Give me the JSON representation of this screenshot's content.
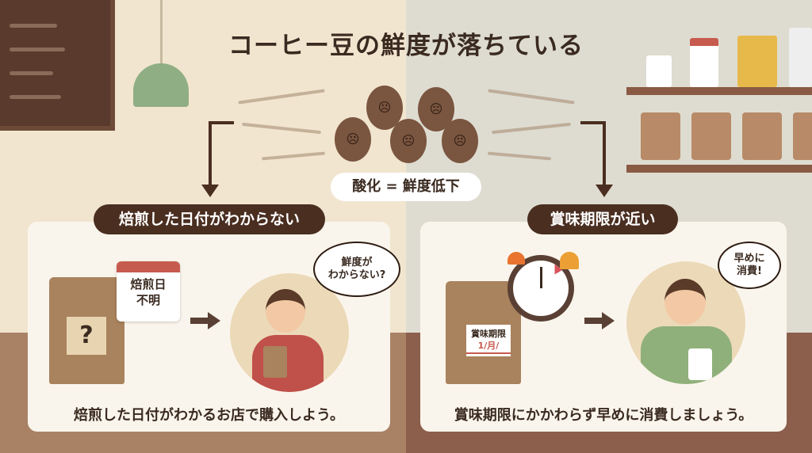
{
  "title": "コーヒー豆の鮮度が落ちている",
  "center_label": "酸化 = 鮮度低下",
  "left": {
    "heading": "焙煎した日付がわからない",
    "calendar_text": "焙煎日\n不明",
    "calendar_line1": "焙煎日",
    "calendar_line2": "不明",
    "bag_mark": "?",
    "thought_line1": "鮮度が",
    "thought_line2": "わからない?",
    "caption": "焙煎した日付がわかるお店で購入しよう。"
  },
  "right": {
    "heading": "賞味期限が近い",
    "label_line1": "賞味期限",
    "label_line2": "1/月/",
    "thought_line1": "早めに",
    "thought_line2": "消費!",
    "caption": "賞味期限にかかわらず早めに消費しましょう。"
  },
  "colors": {
    "dark_brown": "#4a2e20",
    "panel": "#faf5ec",
    "accent_red": "#d9535a"
  }
}
